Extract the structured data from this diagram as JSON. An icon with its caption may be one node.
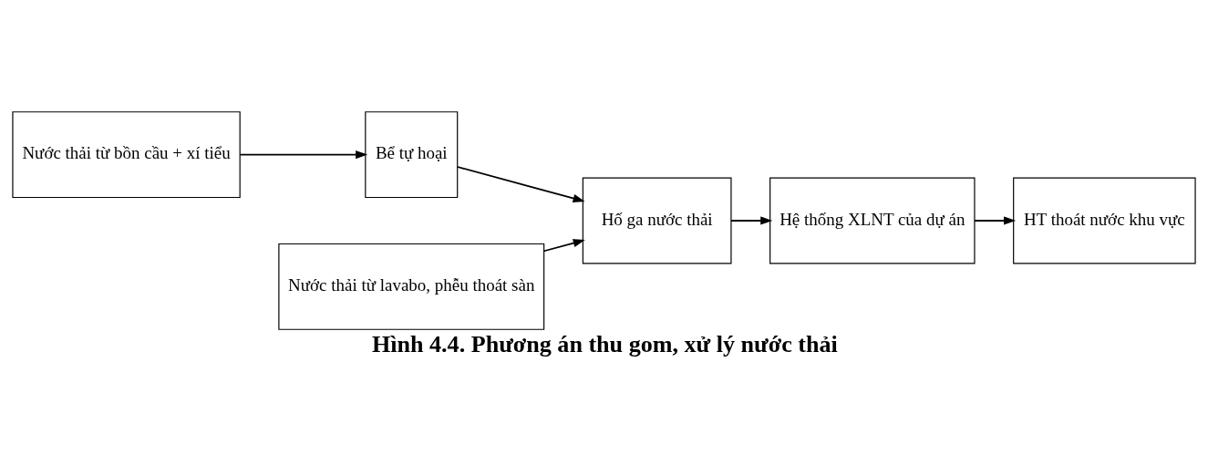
{
  "diagram": {
    "caption": "Hình 4.4. Phương án thu gom, xử lý nước thải",
    "nodes": [
      {
        "text": [
          "Nước thải từ bồn cầu + xí tiểu"
        ]
      },
      {
        "text": [
          "Bể tự hoại"
        ]
      },
      {
        "text": [
          "Hố ga nước thải"
        ]
      },
      {
        "text": [
          "Hệ thống XLNT của dự án"
        ]
      },
      {
        "text": [
          "HT thoát nước khu vực"
        ]
      },
      {
        "text": [
          "Nước thải từ lavabo, phễu thoát sàn"
        ]
      }
    ],
    "edges": [
      {
        "from": 0,
        "to": 1,
        "arrow": "to"
      },
      {
        "from": 1,
        "to": 2,
        "arrow": "to"
      },
      {
        "from": 5,
        "to": 2,
        "arrow": "to"
      },
      {
        "from": 2,
        "to": 3,
        "arrow": "to"
      },
      {
        "from": 3,
        "to": 4,
        "arrow": "to"
      }
    ]
  }
}
